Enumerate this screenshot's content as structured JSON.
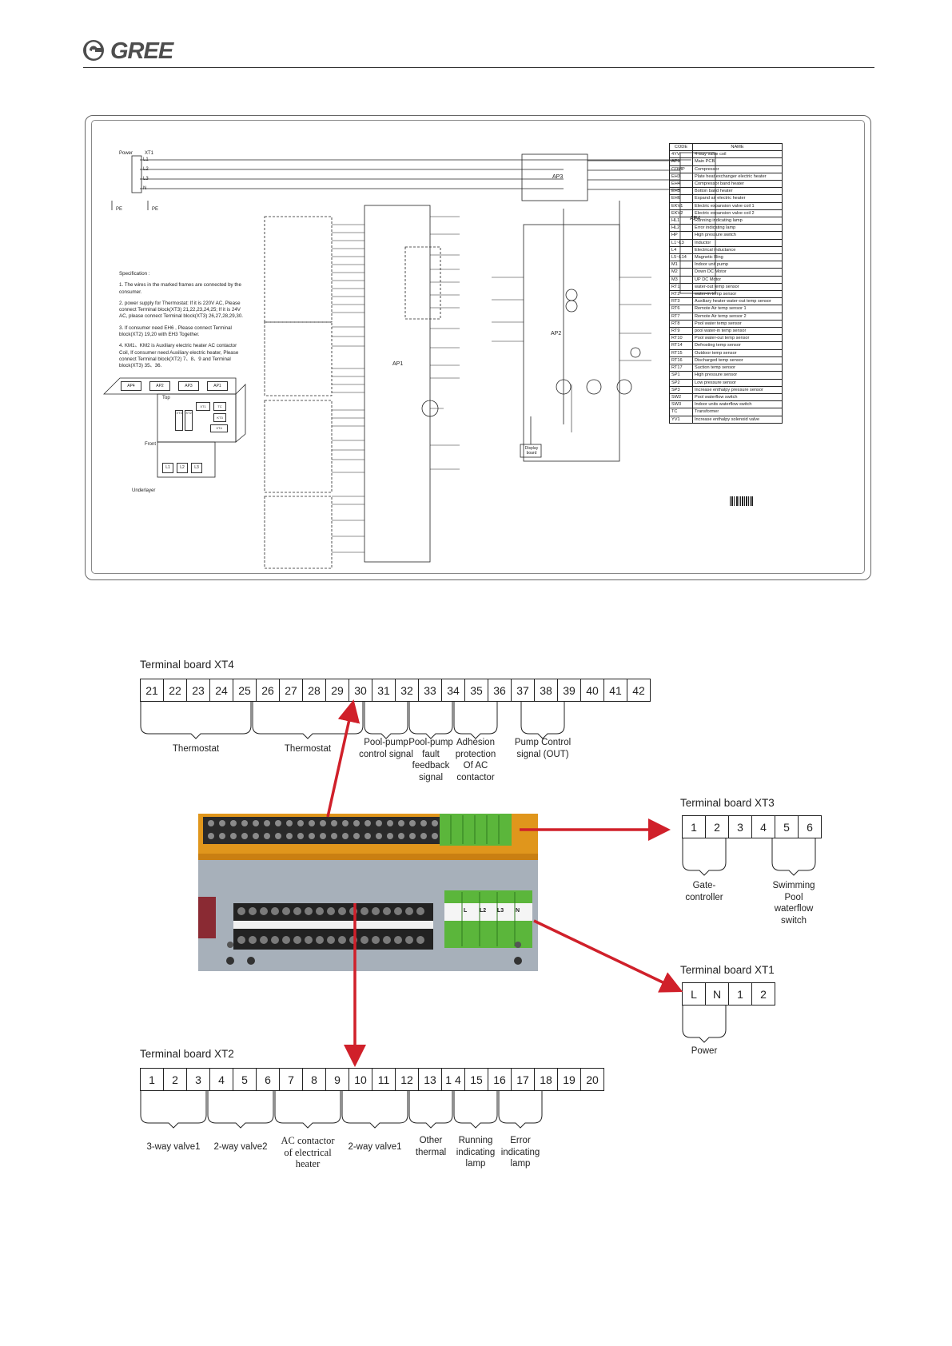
{
  "header": {
    "brand_logo": "GREE",
    "colors": {
      "logo": "#4d4d4d",
      "arrow": "#d0202a",
      "bracket_orange": "#e0961c",
      "terminal_green": "#5bb63b"
    }
  },
  "wiring_diagram": {
    "power_label": "Power",
    "xt1_label": "XT1",
    "xt1_terminals": [
      "L1",
      "L2",
      "L3",
      "N"
    ],
    "pe_labels": [
      "PE",
      "PE"
    ],
    "ap_labels": [
      "AP1",
      "AP2",
      "AP3",
      "AP4"
    ],
    "specification_title": "Specification :",
    "specification_items": [
      "1. The wires in the marked frames are connected by the consumer.",
      "2. power supply for Thermostat: If it is 220V AC, Please connect Terminal block(XT3) 21,22,23,24,25; If it is 24V AC, please connect Terminal block(XT3) 26,27,28,29,30.",
      "3. If consumer need EH6 , Please connect Terminal block(XT2) 19,20 with EH3 Together.",
      "4. KM1、KM2 is Auxiliary electric heater AC contactor Coil, If consumer need Auxiliary electric heater, Please connect Terminal block(XT2) 7、8、9 and Terminal block(XT3) 35、36."
    ],
    "layout_labels": {
      "top": "Top",
      "front": "Front",
      "underlayer": "Underlayer"
    },
    "top_boxes": [
      "AP4",
      "AP2",
      "AP3",
      "AP1"
    ],
    "front_boxes": [
      "XT3",
      "XT2",
      "XT1",
      "TC",
      "KT3",
      "XT4"
    ],
    "underlayer_boxes": [
      "L1",
      "L2",
      "L3"
    ],
    "display_board": "Display board",
    "code_table": {
      "headers": [
        "CODE",
        "NAME"
      ],
      "rows": [
        [
          "4YV",
          "4-way valve coil"
        ],
        [
          "AP1",
          "Main PCB"
        ],
        [
          "COMP",
          "Compressor"
        ],
        [
          "EH3",
          "Plate heat exchanger electric heater"
        ],
        [
          "EH4",
          "Compressor band heater"
        ],
        [
          "EH5",
          "Botton band heater"
        ],
        [
          "EH6",
          "Expand air electric heater"
        ],
        [
          "EKV1",
          "Electric expansion valve coil 1"
        ],
        [
          "EKV2",
          "Electric expansion valve coil 2"
        ],
        [
          "HL1",
          "Running indicating lamp"
        ],
        [
          "HL2",
          "Error indicating lamp"
        ],
        [
          "HP",
          "High pressure switch"
        ],
        [
          "L1~L3",
          "Inductor"
        ],
        [
          "L4",
          "Electrical inductance"
        ],
        [
          "L5~L14",
          "Magnetic Ring"
        ],
        [
          "M1",
          "Indoor unit pump"
        ],
        [
          "M2",
          "Down DC Motor"
        ],
        [
          "M3",
          "UP DC Motor"
        ],
        [
          "RT1",
          "water-out temp sensor"
        ],
        [
          "RT2",
          "water-in temp sensor"
        ],
        [
          "RT3",
          "Auxiliary heater water-out temp sensor"
        ],
        [
          "RT6",
          "Remote Air temp sensor 1"
        ],
        [
          "RT7",
          "Remote Air temp sensor 2"
        ],
        [
          "RT8",
          "Pool water temp sensor"
        ],
        [
          "RT9",
          "pool water-in temp sensor"
        ],
        [
          "RT10",
          "Pool water-out temp sensor"
        ],
        [
          "RT14",
          "Defrosting temp sensor"
        ],
        [
          "RT15",
          "Outdoor temp sensor"
        ],
        [
          "RT16",
          "Discharged temp sensor"
        ],
        [
          "RT17",
          "Suction temp sensor"
        ],
        [
          "SP1",
          "High pressure sensor"
        ],
        [
          "SP2",
          "Low pressure sensor"
        ],
        [
          "SP3",
          "Increase enthalpy pressure sensor"
        ],
        [
          "SW2",
          "Pool waterflow switch"
        ],
        [
          "SW3",
          "Indoor units waterflow switch"
        ],
        [
          "TC",
          "Transformer"
        ],
        [
          "YV1",
          "Increase enthalpy solenoid valve"
        ]
      ]
    }
  },
  "xt4": {
    "title": "Terminal board XT4",
    "terminals": [
      "21",
      "22",
      "23",
      "24",
      "25",
      "26",
      "27",
      "28",
      "29",
      "30",
      "31",
      "32",
      "33",
      "34",
      "35",
      "36",
      "37",
      "38",
      "39",
      "40",
      "41",
      "42"
    ],
    "groups": [
      {
        "label": "Thermostat"
      },
      {
        "label": "Thermostat"
      },
      {
        "label": "Pool-pump\ncontrol signal"
      },
      {
        "label": "Pool-pump\nfault\nfeedback\nsignal"
      },
      {
        "label": "Adhesion\nprotection\nOf AC\ncontactor"
      },
      {
        "label": "Pump  Control\nsignal (OUT)"
      }
    ]
  },
  "xt3": {
    "title": "Terminal board XT3",
    "terminals": [
      "1",
      "2",
      "3",
      "4",
      "5",
      "6"
    ],
    "groups": [
      {
        "label": "Gate-\ncontroller"
      },
      {
        "label": "Swimming\nPool\nwaterflow\nswitch"
      }
    ]
  },
  "xt1": {
    "title": "Terminal board XT1",
    "terminals": [
      "L",
      "N",
      "1",
      "2"
    ],
    "groups": [
      {
        "label": "Power"
      }
    ]
  },
  "xt2": {
    "title": "Terminal board XT2",
    "terminals": [
      "1",
      "2",
      "3",
      "4",
      "5",
      "6",
      "7",
      "8",
      "9",
      "10",
      "11",
      "12",
      "13",
      "1 4",
      "15",
      "16",
      "17",
      "18",
      "19",
      "20"
    ],
    "groups": [
      {
        "label": "3-way valve1"
      },
      {
        "label": "2-way valve2"
      },
      {
        "label": "AC contactor\nof electrical\nheater"
      },
      {
        "label": "2-way valve1"
      },
      {
        "label": "Other\nthermal"
      },
      {
        "label": "Running\nindicating\nlamp"
      },
      {
        "label": "Error\nindicating\nlamp"
      }
    ]
  },
  "photo": {
    "strip_letters": [
      "L",
      "L2",
      "L3",
      "N"
    ]
  }
}
